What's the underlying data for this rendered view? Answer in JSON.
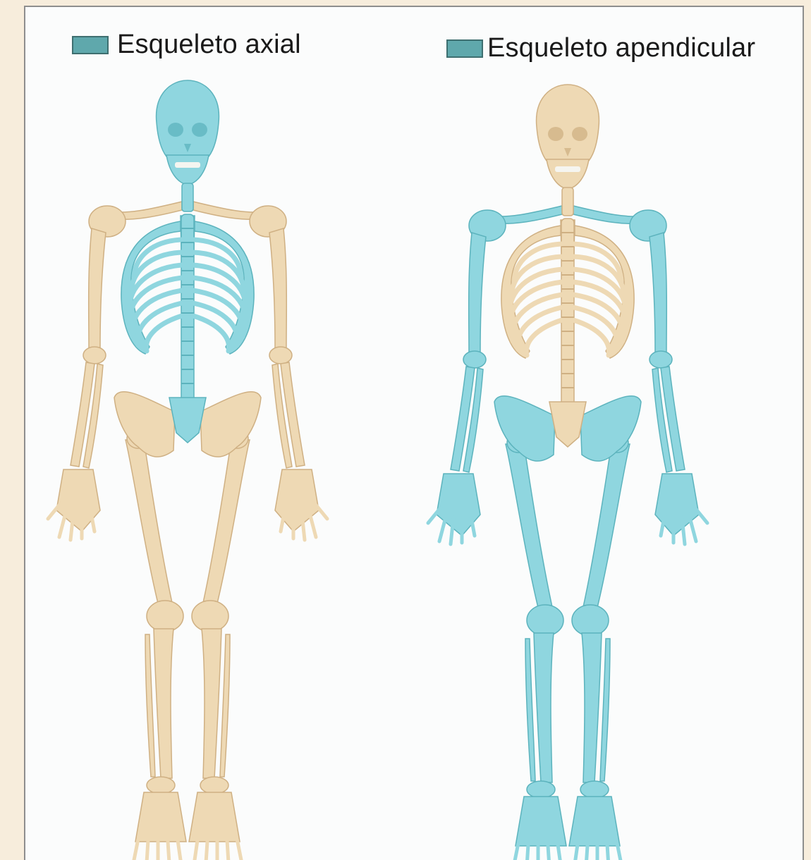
{
  "legend": {
    "axial": {
      "label": "Esqueleto axial",
      "color": "#5fa8ac"
    },
    "appendicular": {
      "label": "Esqueleto apendicular",
      "color": "#5fa8ac"
    }
  },
  "colors": {
    "highlight": "#8fd6df",
    "highlight_dark": "#5cb3bd",
    "bone": "#eed9b4",
    "bone_dark": "#cfb083",
    "background": "#f7eddc",
    "panel": "#fbfcfc"
  },
  "figures": [
    {
      "id": "axial",
      "highlighted_region": "axial"
    },
    {
      "id": "appendicular",
      "highlighted_region": "appendicular"
    }
  ]
}
